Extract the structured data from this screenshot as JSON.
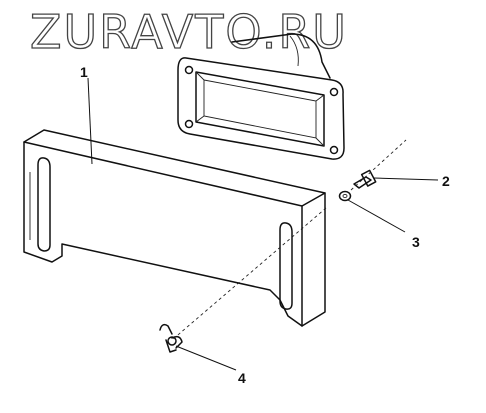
{
  "watermark": {
    "text": "ZURAVTO.RU"
  },
  "callouts": [
    {
      "id": "1",
      "label": "1"
    },
    {
      "id": "2",
      "label": "2"
    },
    {
      "id": "3",
      "label": "3"
    },
    {
      "id": "4",
      "label": "4"
    }
  ],
  "colors": {
    "line": "#111111",
    "background": "#ffffff",
    "watermark": "#444444"
  }
}
